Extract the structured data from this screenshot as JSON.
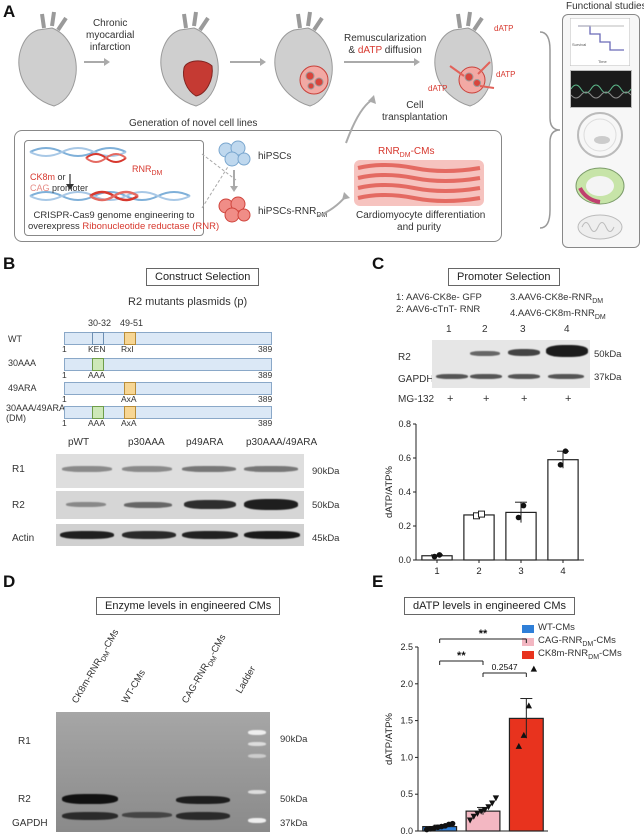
{
  "panelA": {
    "letter": "A",
    "chronic_mi": [
      "Chronic",
      "myocardial",
      "infarction"
    ],
    "remuscularization": "Remuscularization",
    "amp": "&",
    "datp": "dATP",
    "diffusion": "diffusion",
    "datp_labels": [
      "dATP",
      "dATP",
      "dATP"
    ],
    "functional_studies": "Functional studies",
    "generation": "Generation of novel cell lines",
    "cell_transplantation": [
      "Cell",
      "transplantation"
    ],
    "rnr_left": "RNR",
    "ck8m_or": "CK8m or",
    "ck8m": "CK8m",
    "or": " or",
    "cag": "CAG",
    "promoter": " promoter",
    "crispr_line1": "CRISPR-Cas9 genome engineering to",
    "crispr_line2a": "overexpress ",
    "crispr_line2b": "Ribonucleotide reductase (RNR)",
    "hipscs": "hiPSCs",
    "hipscs_rnr": "hiPSCs-RNR",
    "rnr_dm_cms": "RNR",
    "dm": "DM",
    "cms_suffix": "-CMs",
    "cm_diff": [
      "Cardiomyocyte differentiation",
      "and purity"
    ],
    "survival_label": "Survival",
    "time_label": "Time"
  },
  "panelB": {
    "letter": "B",
    "title": "Construct Selection",
    "subtitle": "R2 mutants plasmids (p)",
    "constructs": [
      {
        "name": "WT",
        "start": "1",
        "end": "389",
        "site1": "KEN",
        "site2": "RxI"
      },
      {
        "name": "30AAA",
        "start": "1",
        "end": "389",
        "site1": "AAA",
        "site2": ""
      },
      {
        "name": "49ARA",
        "start": "1",
        "end": "389",
        "site1": "",
        "site2": "AxA"
      },
      {
        "name": "30AAA/49ARA",
        "name2": "(DM)",
        "start": "1",
        "end": "389",
        "site1": "AAA",
        "site2": "AxA"
      }
    ],
    "range1": "30-32",
    "range2": "49-51",
    "blot_cols": [
      "pWT",
      "p30AAA",
      "p49ARA",
      "p30AAA/49ARA"
    ],
    "blot_rows": [
      "R1",
      "R2",
      "Actin"
    ],
    "kda": [
      "90kDa",
      "50kDa",
      "45kDa"
    ]
  },
  "panelC": {
    "letter": "C",
    "title": "Promoter Selection",
    "legend": [
      "1: AAV6-CK8e- GFP",
      "2: AAV6-cTnT- RNR",
      "3.AAV6-CK8e-RNR",
      "4.AAV6-CK8m-RNR"
    ],
    "lanes": [
      "1",
      "2",
      "3",
      "4"
    ],
    "rows": [
      "R2",
      "GAPDH",
      "MG-132"
    ],
    "plus": [
      "+",
      "+",
      "+",
      "+"
    ],
    "kda": [
      "50kDa",
      "37kDa"
    ]
  },
  "panelD": {
    "letter": "D",
    "title": "Enzyme levels in engineered CMs",
    "lanes": [
      "CK8m-RNR",
      "WT-CMs",
      "CAG-RNR",
      "Ladder"
    ],
    "rows": [
      "R1",
      "R2",
      "GAPDH"
    ],
    "kda": [
      "90kDa",
      "50kDa",
      "37kDa"
    ]
  },
  "panelE": {
    "letter": "E",
    "title": "dATP levels in engineered CMs",
    "sig1": "**",
    "sig2": "**",
    "pval": "0.2547"
  },
  "chart_data": [
    {
      "type": "bar",
      "panel": "C",
      "categories": [
        "1",
        "2",
        "3",
        "4"
      ],
      "values": [
        0.025,
        0.265,
        0.28,
        0.59
      ],
      "errors": [
        0.005,
        0.01,
        0.06,
        0.05
      ],
      "points": [
        [
          0.02,
          0.03
        ],
        [
          0.26,
          0.27
        ],
        [
          0.25,
          0.32
        ],
        [
          0.56,
          0.64
        ]
      ],
      "ylabel": "dATP/ATP%",
      "xlabel": "",
      "ylim": [
        0,
        0.8
      ],
      "yticks": [
        "0.0",
        "0.2",
        "0.4",
        "0.6",
        "0.8"
      ],
      "color": "#ffffff"
    },
    {
      "type": "bar",
      "panel": "E",
      "categories": [
        "WT-CMs",
        "CAG-RNR-CMs",
        "CK8m-RNR-CMs"
      ],
      "series_names": [
        "WT-CMs",
        "CAG-RNR",
        "CK8m-RNR"
      ],
      "values": [
        0.06,
        0.27,
        1.53
      ],
      "errors": [
        0.02,
        0.05,
        0.27
      ],
      "points": [
        [
          0.02,
          0.03,
          0.04,
          0.05,
          0.06,
          0.07,
          0.09,
          0.1
        ],
        [
          0.15,
          0.2,
          0.24,
          0.27,
          0.29,
          0.33,
          0.38,
          0.45
        ],
        [
          1.15,
          1.3,
          1.7,
          2.2
        ]
      ],
      "ylabel": "dATP/ATP%",
      "xlabel": "",
      "ylim": [
        0,
        2.5
      ],
      "yticks": [
        "0.0",
        "0.5",
        "1.0",
        "1.5",
        "2.0",
        "2.5"
      ],
      "colors": [
        "#2f7fd8",
        "#f3b7c2",
        "#e8331e"
      ]
    }
  ]
}
